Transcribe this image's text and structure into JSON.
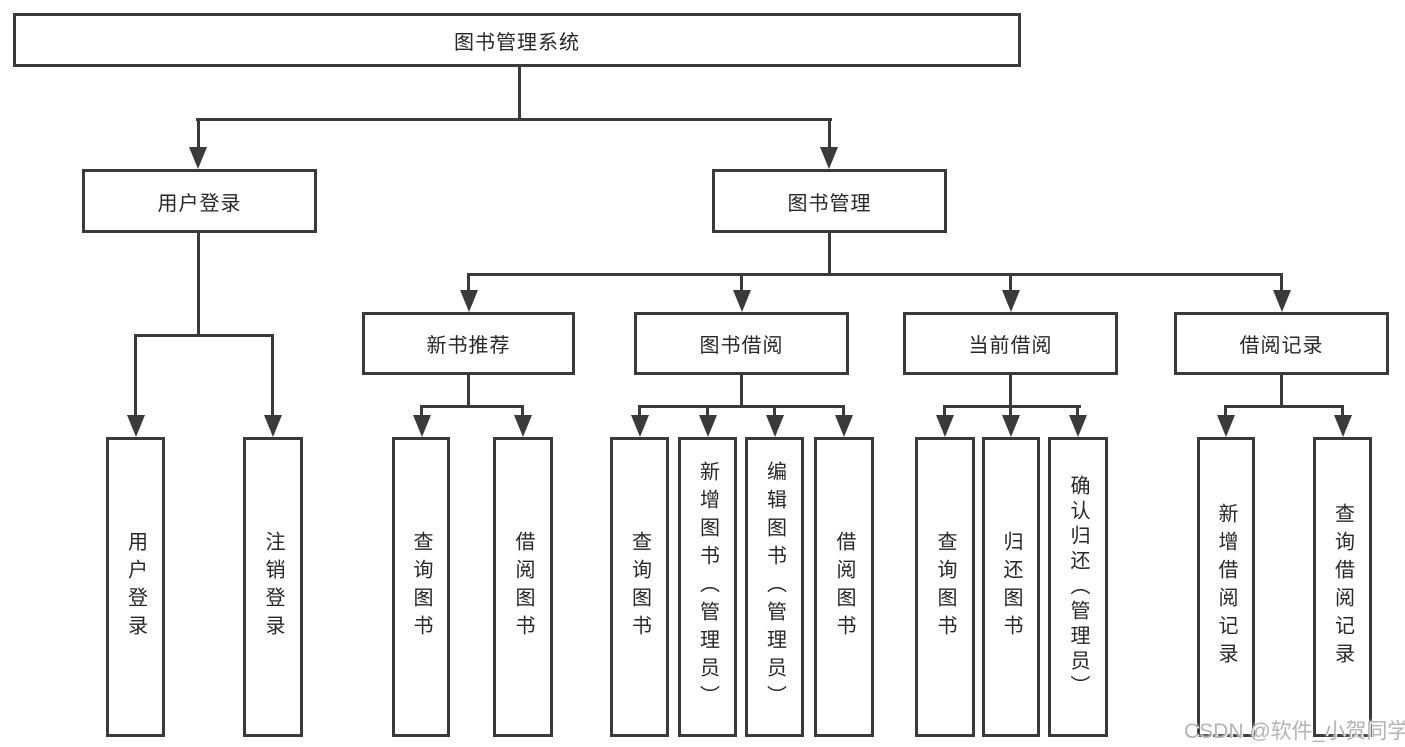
{
  "colors": {
    "bg": "#ffffff",
    "line": "#3a3a3a",
    "text": "#272727",
    "wm": "#b4b4b4"
  },
  "watermark": {
    "text": "CSDN @软件_小贺同学"
  },
  "tree": {
    "label": "图书管理系统",
    "children": [
      {
        "label": "用户登录",
        "children": [
          {
            "label": "用户登录"
          },
          {
            "label": "注销登录"
          }
        ]
      },
      {
        "label": "图书管理",
        "children": [
          {
            "label": "新书推荐",
            "children": [
              {
                "label": "查询图书"
              },
              {
                "label": "借阅图书"
              }
            ]
          },
          {
            "label": "图书借阅",
            "children": [
              {
                "label": "查询图书"
              },
              {
                "label": "新增图书（管理员）"
              },
              {
                "label": "编辑图书（管理员）"
              },
              {
                "label": "借阅图书"
              }
            ]
          },
          {
            "label": "当前借阅",
            "children": [
              {
                "label": "查询图书"
              },
              {
                "label": "归还图书"
              },
              {
                "label": "确认归还（管理员）"
              }
            ]
          },
          {
            "label": "借阅记录",
            "children": [
              {
                "label": "新增借阅记录"
              },
              {
                "label": "查询借阅记录"
              }
            ]
          }
        ]
      }
    ]
  }
}
